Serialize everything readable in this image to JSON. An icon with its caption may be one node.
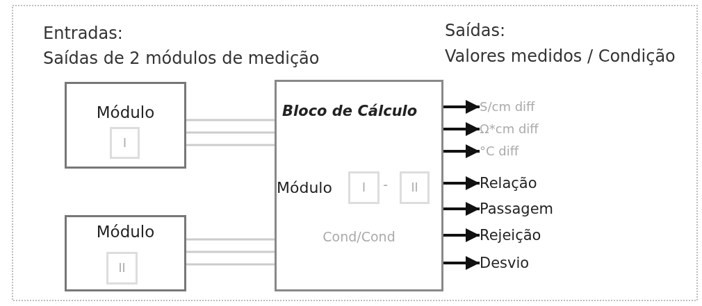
{
  "diagram": {
    "nodes": [
      {
        "text": [
          "Módulo"
        ]
      },
      {
        "text": [
          "I"
        ],
        "in": 0
      },
      {
        "text": [
          "Módulo"
        ]
      },
      {
        "text": [
          "II"
        ],
        "in": 2
      },
      {
        "text": [
          "Bloco de Cálculo",
          "Módulo",
          "Cond/Cond"
        ]
      },
      {
        "text": [
          "I"
        ],
        "in": 4
      },
      {
        "text": [
          "II"
        ],
        "in": 4
      },
      {
        "text": [
          "S/cm diff"
        ]
      },
      {
        "text": [
          "Ω*cm diff"
        ]
      },
      {
        "text": [
          "°C diff"
        ]
      },
      {
        "text": [
          "Relação"
        ]
      },
      {
        "text": [
          "Passagem"
        ]
      },
      {
        "text": [
          "Rejeição"
        ]
      },
      {
        "text": [
          "Desvio"
        ]
      }
    ],
    "edges": [
      {
        "from": 0,
        "to": 4,
        "arrow": "none",
        "color": "#cccccc"
      },
      {
        "from": 0,
        "to": 4,
        "arrow": "none",
        "color": "#cccccc"
      },
      {
        "from": 0,
        "to": 4,
        "arrow": "none",
        "color": "#cccccc"
      },
      {
        "from": 2,
        "to": 4,
        "arrow": "none",
        "color": "#cccccc"
      },
      {
        "from": 2,
        "to": 4,
        "arrow": "none",
        "color": "#cccccc"
      },
      {
        "from": 2,
        "to": 4,
        "arrow": "none",
        "color": "#cccccc"
      },
      {
        "from": 4,
        "to": 7,
        "arrow": "to"
      },
      {
        "from": 4,
        "to": 8,
        "arrow": "to"
      },
      {
        "from": 4,
        "to": 9,
        "arrow": "to"
      },
      {
        "from": 4,
        "to": 10,
        "arrow": "to"
      },
      {
        "from": 4,
        "to": 11,
        "arrow": "to"
      },
      {
        "from": 4,
        "to": 12,
        "arrow": "to"
      },
      {
        "from": 4,
        "to": 13,
        "arrow": "to"
      }
    ],
    "labels": [
      "Entradas:",
      "Saídas de 2 módulos de medição",
      "Saídas:",
      "Valores medidos / Condição",
      "-"
    ]
  }
}
